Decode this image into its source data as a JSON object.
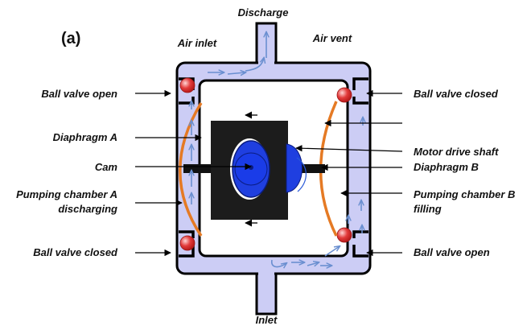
{
  "panel_label": "(a)",
  "labels": {
    "discharge": "Discharge",
    "air_inlet": "Air inlet",
    "air_vent": "Air vent",
    "inlet": "Inlet",
    "ball_valve_open_left": "Ball valve open",
    "diaphragm_a": "Diaphragm A",
    "cam": "Cam",
    "pumping_chamber_a_line1": "Pumping chamber A",
    "pumping_chamber_a_line2": "discharging",
    "ball_valve_closed_left": "Ball valve closed",
    "ball_valve_closed_right": "Ball valve closed",
    "motor_drive_shaft": "Motor drive shaft",
    "diaphragm_b": "Diaphragm B",
    "pumping_chamber_b_line1": "Pumping chamber B",
    "pumping_chamber_b_line2": "filling",
    "ball_valve_open_right": "Ball valve open"
  },
  "colors": {
    "housing_fill": "#cccdf5",
    "outline": "#000000",
    "diaphragm": "#e57a24",
    "ball": "#e23a3a",
    "cam": "#1f3fe0",
    "cam_housing": "#1c1c1c",
    "flow_arrow": "#6a8fd0"
  }
}
